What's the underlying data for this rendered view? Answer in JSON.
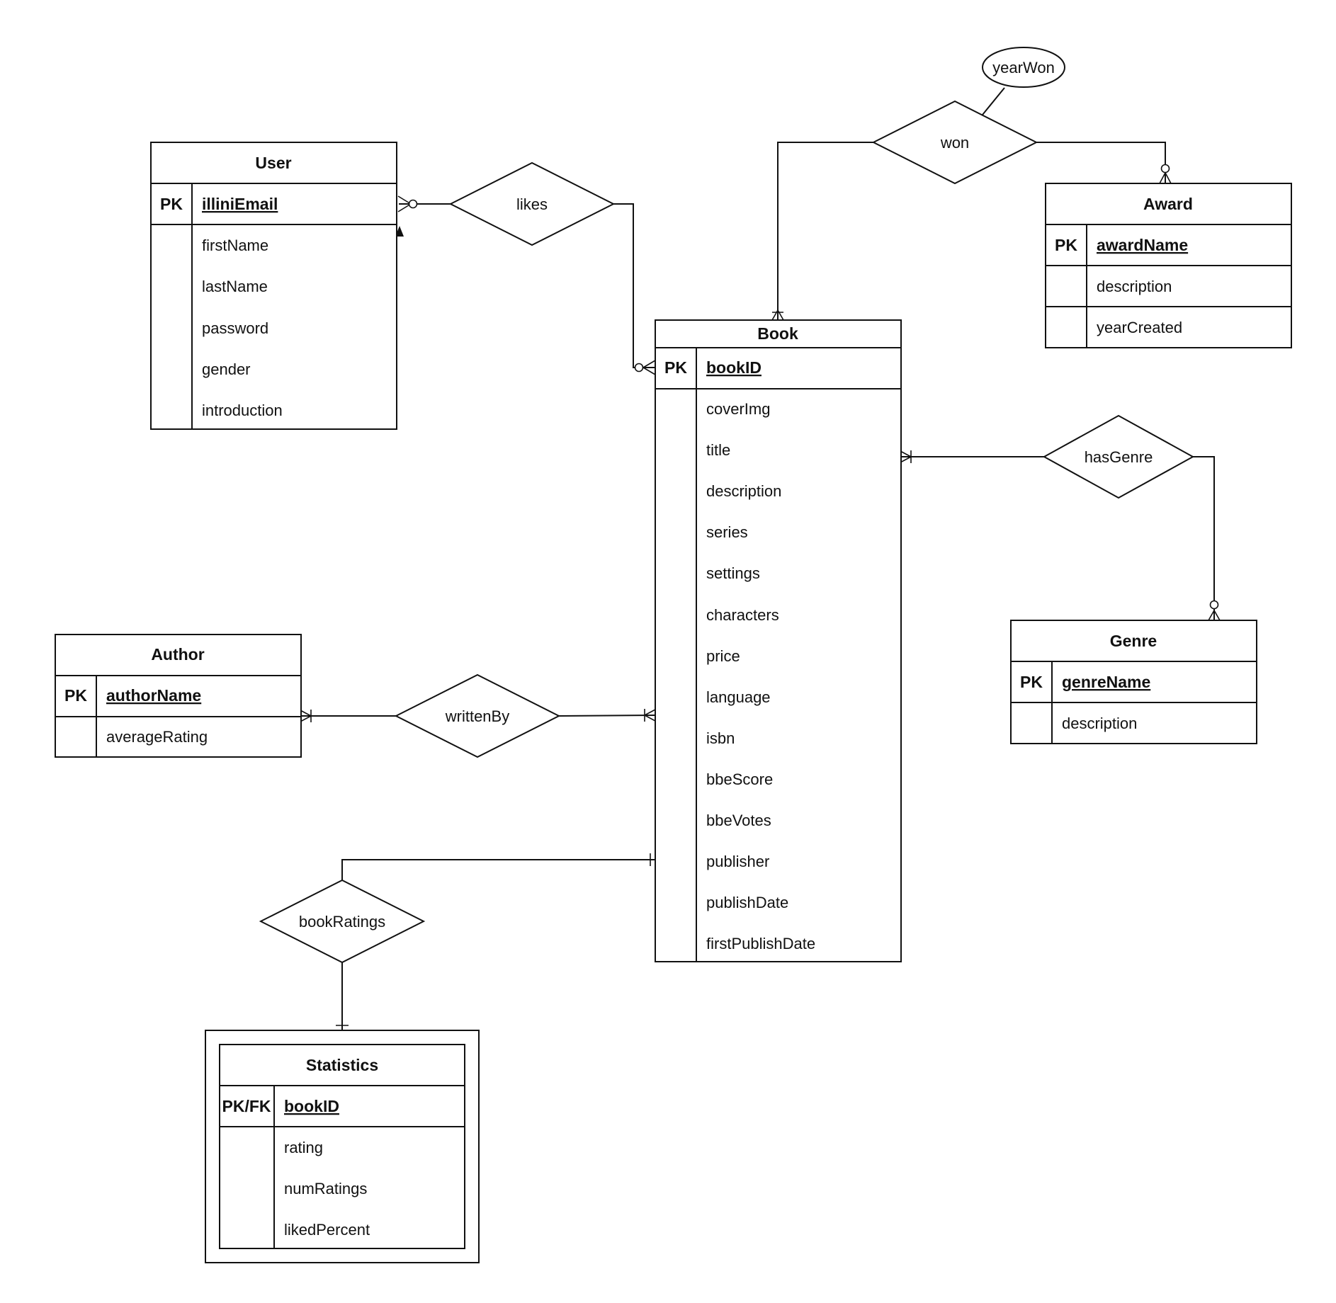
{
  "entities": {
    "user": {
      "title": "User",
      "key_label": "PK",
      "key": "illiniEmail",
      "attributes": [
        "firstName",
        "lastName",
        "password",
        "gender",
        "introduction"
      ]
    },
    "award": {
      "title": "Award",
      "key_label": "PK",
      "key": "awardName",
      "attributes": [
        "description",
        "yearCreated"
      ]
    },
    "book": {
      "title": "Book",
      "key_label": "PK",
      "key": "bookID",
      "attributes": [
        "coverImg",
        "title",
        "description",
        "series",
        "settings",
        "characters",
        "price",
        "language",
        "isbn",
        "bbeScore",
        "bbeVotes",
        "publisher",
        "publishDate",
        "firstPublishDate"
      ]
    },
    "author": {
      "title": "Author",
      "key_label": "PK",
      "key": "authorName",
      "attributes": [
        "averageRating"
      ]
    },
    "genre": {
      "title": "Genre",
      "key_label": "PK",
      "key": "genreName",
      "attributes": [
        "description"
      ]
    },
    "statistics": {
      "title": "Statistics",
      "key_label": "PK/FK",
      "key": "bookID",
      "attributes": [
        "rating",
        "numRatings",
        "likedPercent"
      ]
    }
  },
  "relationships": {
    "likes": "likes",
    "won": "won",
    "has_genre": "hasGenre",
    "written_by": "writtenBy",
    "book_ratings": "bookRatings"
  },
  "relationship_attributes": {
    "year_won": "yearWon"
  }
}
